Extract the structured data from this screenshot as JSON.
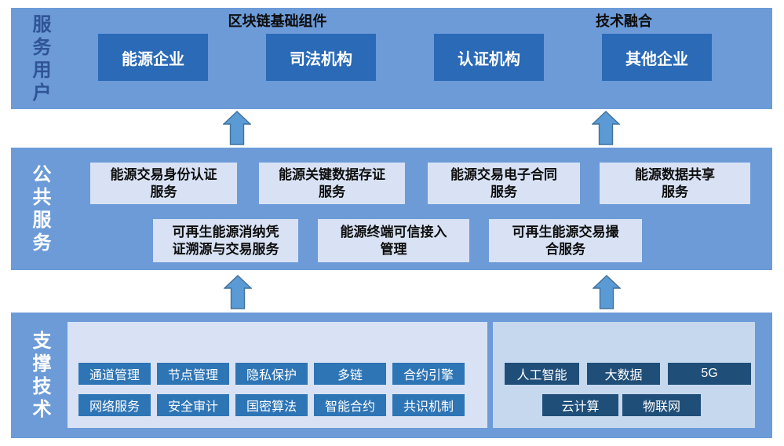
{
  "colors": {
    "band_bg": "#6C9BD8",
    "user_box_bg": "#2A6AB6",
    "service_box_bg": "#D8E2F4",
    "panel_a_bg": "#D8E2F4",
    "panel_b_bg": "#C6D8EE",
    "chip_a_bg": "#2E75B6",
    "chip_b_bg": "#1F4E79",
    "arrow_fill": "#5B9BD5",
    "arrow_stroke": "#41719C",
    "band1_label_color": "#2F5496"
  },
  "band_users": {
    "label": "服务用户",
    "boxes": [
      "能源企业",
      "司法机构",
      "认证机构",
      "其他企业"
    ]
  },
  "band_services": {
    "label": "公共服务",
    "row1": [
      "能源交易身份认证\n服务",
      "能源关键数据存证\n服务",
      "能源交易电子合同\n服务",
      "能源数据共享\n服务"
    ],
    "row2": [
      "可再生能源消纳凭\n证溯源与交易服务",
      "能源终端可信接入\n管理",
      "可再生能源交易撮\n合服务"
    ]
  },
  "band_tech": {
    "label": "支撑技术",
    "blockchain": {
      "title": "区块链基础组件",
      "row1": [
        "通道管理",
        "节点管理",
        "隐私保护",
        "多链",
        "合约引擎"
      ],
      "row2": [
        "网络服务",
        "安全审计",
        "国密算法",
        "智能合约",
        "共识机制"
      ]
    },
    "fusion": {
      "title": "技术融合",
      "row1": [
        "人工智能",
        "大数据",
        "5G"
      ],
      "row2": [
        "云计算",
        "物联网"
      ]
    }
  }
}
